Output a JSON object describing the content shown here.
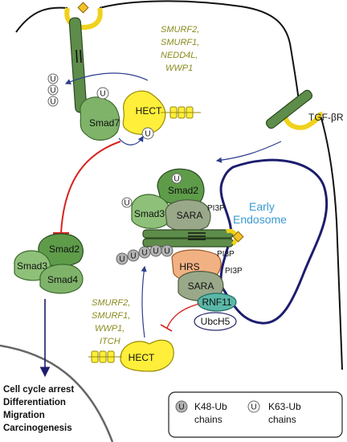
{
  "e3_ligases_top": [
    "SMURF2,",
    "SMURF1,",
    "NEDD4L,",
    "WWP1"
  ],
  "e3_ligases_bottom": [
    "SMURF2,",
    "SMURF1,",
    "WWP1,",
    "ITCH"
  ],
  "receptor_label": "TGF-βR",
  "endosome_label": [
    "Early",
    "Endosome"
  ],
  "proteins": {
    "smad7": "Smad7",
    "hect": "HECT",
    "hect2": "HECT",
    "smad2": "Smad2",
    "smad3": "Smad3",
    "sara": "SARA",
    "sara2": "SARA",
    "hrs": "HRS",
    "rnf11": "RNF11",
    "ubch5": "UbcH5",
    "complex_smad2": "Smad2",
    "complex_smad3": "Smad3",
    "complex_smad4": "Smad4"
  },
  "lipid": "PI3P",
  "ub": "U",
  "outcomes": [
    "Cell cycle arrest",
    "Differentiation",
    "Migration",
    "Carcinogenesis"
  ],
  "legend": {
    "k48_line1": "K48-Ub",
    "k48_line2": "chains",
    "k63_line1": "K63-Ub",
    "k63_line2": "chains"
  },
  "colors": {
    "receptor_green": "#5e8c4a",
    "smad_green": "#7fb36a",
    "hect_yellow": "#ffef3a",
    "sara_gray": "#9aa88a",
    "hrs_orange": "#f2b183",
    "rnf11_teal": "#5bb8a8",
    "endosome_navy": "#1d1d6e",
    "inhibit_red": "#d8231f",
    "olive_text": "#8a8a1e",
    "ub_gray": "#b3b3b3"
  }
}
